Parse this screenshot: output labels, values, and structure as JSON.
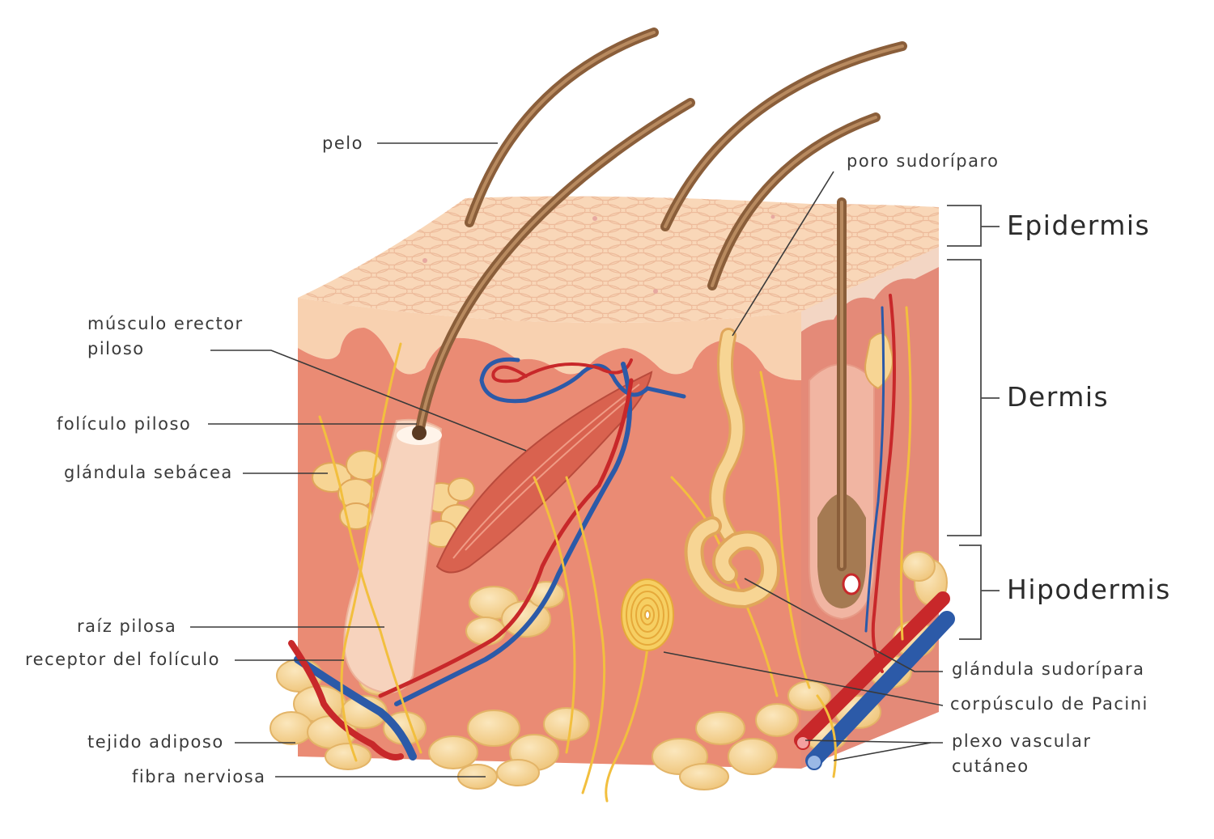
{
  "labels": {
    "pelo": "pelo",
    "poro_sudoriparo": "poro sudoríparo",
    "musculo_erector_1": "músculo erector",
    "musculo_erector_2": "piloso",
    "foliculo_piloso": "folículo piloso",
    "glandula_sebacea": "glándula sebácea",
    "raiz_pilosa": "raíz pilosa",
    "receptor_foliculo": "receptor del folículo",
    "tejido_adiposo": "tejido adiposo",
    "fibra_nerviosa": "fibra nerviosa",
    "glandula_sudoripara": "glándula sudorípara",
    "corpusculo_pacini": "corpúsculo de Pacini",
    "plexo_vascular_1": "plexo vascular",
    "plexo_vascular_2": "cutáneo"
  },
  "layers": {
    "epidermis": "Epidermis",
    "dermis": "Dermis",
    "hipodermis": "Hipodermis"
  },
  "colors": {
    "epidermis": "#f8d4b4",
    "dermis": "#ea8b74",
    "fat": "#f6d79a",
    "artery": "#c8282a",
    "vein": "#2c5aa8",
    "nerve": "#f2bf3e",
    "hair": "#8a5e3a"
  }
}
